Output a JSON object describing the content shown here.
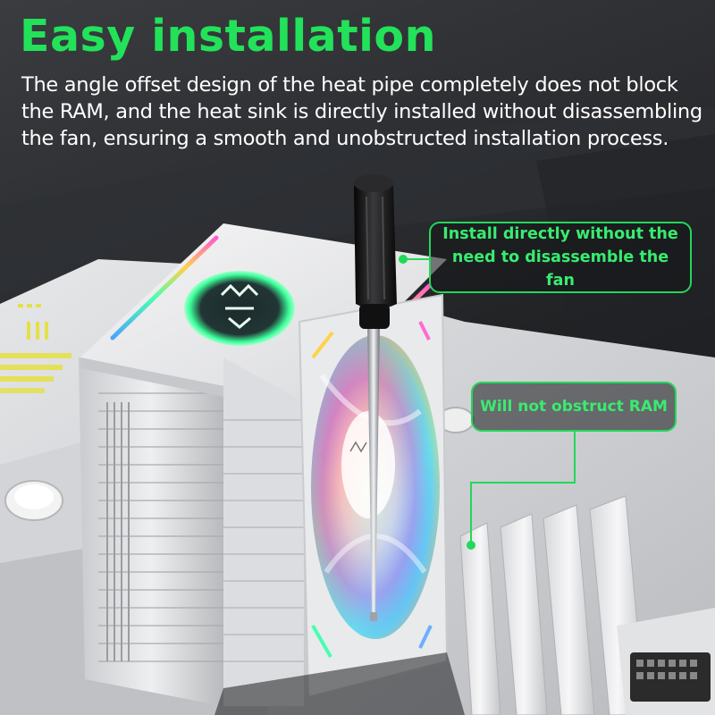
{
  "headline": "Easy installation",
  "description": "The angle offset design of the heat pipe completely does not block the RAM, and the heat sink is directly installed without disassembling the fan, ensuring a smooth and unobstructed installation process.",
  "callouts": [
    {
      "text": "Install directly without the need to disassemble the fan"
    },
    {
      "text": "Will not obstruct RAM"
    }
  ],
  "colors": {
    "accent": "#22e25a",
    "text": "#ffffff",
    "callout_text": "#38ec70"
  },
  "icons": [
    "screwdriver-icon",
    "logo-emblem-icon"
  ]
}
